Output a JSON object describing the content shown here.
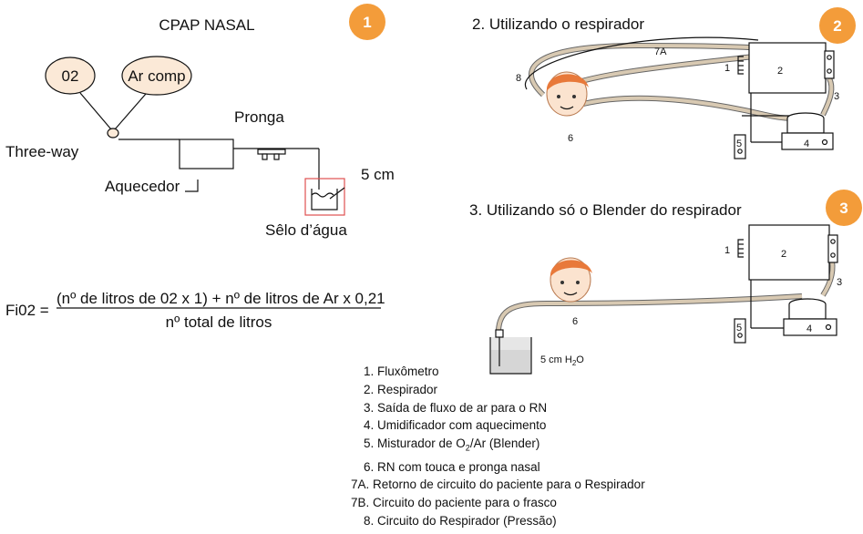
{
  "panel1": {
    "badge": "1",
    "title": "CPAP NASAL",
    "o2": "02",
    "ar": "Ar comp",
    "threeway": "Three-way",
    "heater": "Aquecedor",
    "prong": "Pronga",
    "seal": "Sêlo d’água",
    "depth": "5 cm"
  },
  "formula": {
    "lhs": "Fi02 =",
    "numerator": "(nº de litros de 02 x 1) + nº de litros de Ar x 0,21",
    "denominator": "nº total de litros"
  },
  "panel2": {
    "badge": "2",
    "title": "2. Utilizando o respirador",
    "labels": {
      "l7a": "7A",
      "l8": "8",
      "l1": "1",
      "l2": "2",
      "l3": "3",
      "l4": "4",
      "l5": "5",
      "l6": "6"
    }
  },
  "panel3": {
    "badge": "3",
    "title": "3. Utilizando só o Blender do respirador",
    "labels": {
      "l1": "1",
      "l2": "2",
      "l3": "3",
      "l4": "4",
      "l5": "5",
      "l6": "6"
    },
    "water": "5 cm H",
    "water_sub": "2",
    "water_end": "O"
  },
  "legend": {
    "i1": "1. Fluxômetro",
    "i2": "2. Respirador",
    "i3": "3. Saída de fluxo de ar para o RN",
    "i4": "4. Umidificador com aquecimento",
    "i5_pre": "5. Misturador de O",
    "i5_sub": "2",
    "i5_post": "/Ar (Blender)",
    "i6": "6. RN com touca e pronga nasal",
    "i7a": "7A. Retorno de circuito do paciente para o Respirador",
    "i7b": "7B. Circuito do paciente para o frasco",
    "i8": "8. Circuito do Respirador (Pressão)"
  },
  "colors": {
    "badge": "#f39c3a",
    "oval": "#fbe9d7",
    "tube": "#d8c9b2",
    "hair": "#e8793a",
    "seal_box": "#e05050"
  }
}
